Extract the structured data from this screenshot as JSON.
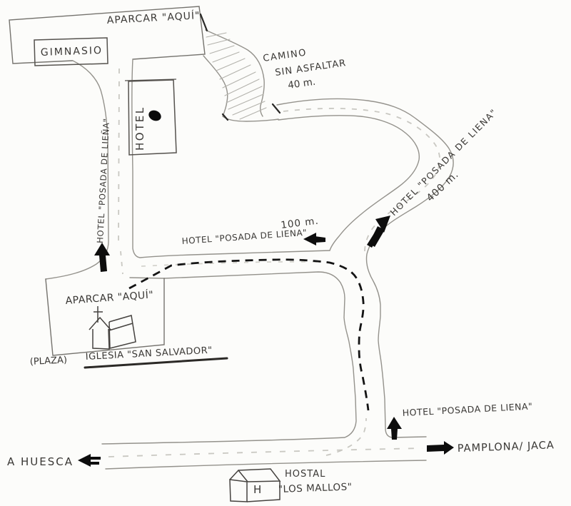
{
  "title": "Hand-drawn directions map to Hotel Posada de Lieña",
  "colors": {
    "paper": "#fcfcfa",
    "road_edge": "#94928c",
    "building_edge": "#55524e",
    "text": "#3a3835",
    "route_dash": "#141414",
    "centerline_dash": "#c9c8c2",
    "hatch": "#b3b2ac",
    "arrow": "#0d0d0d"
  },
  "labels": {
    "parking_top": "APARCAR \"AQUÍ\"",
    "gym": "GIMNASIO",
    "hotel_building": "HOTEL",
    "dirt_road_1": "CAMINO",
    "dirt_road_2": "SIN ASFALTAR",
    "dirt_road_3": "40 m.",
    "left_road": "HOTEL \"POSADA DE LIEÑA\"",
    "mid_road": "HOTEL \"POSADA DE LIENA\"",
    "mid_distance": "100 m.",
    "upper_right_road": "HOTEL \"POSADA DE LIENA\"",
    "upper_right_distance": "400 m.",
    "parking_plaza": "APARCAR \"AQUÍ\"",
    "plaza": "(PLAZA)",
    "church": "IGLESIA \"SAN SALVADOR\"",
    "west_destination": "A HUESCA",
    "east_destination": "PAMPLONA/ JACA",
    "lower_right_road": "HOTEL \"POSADA DE LIENA\"",
    "hostal_1": "HOSTAL",
    "hostal_2": "\"LOS MALLOS\"",
    "hostal_initial": "H"
  }
}
